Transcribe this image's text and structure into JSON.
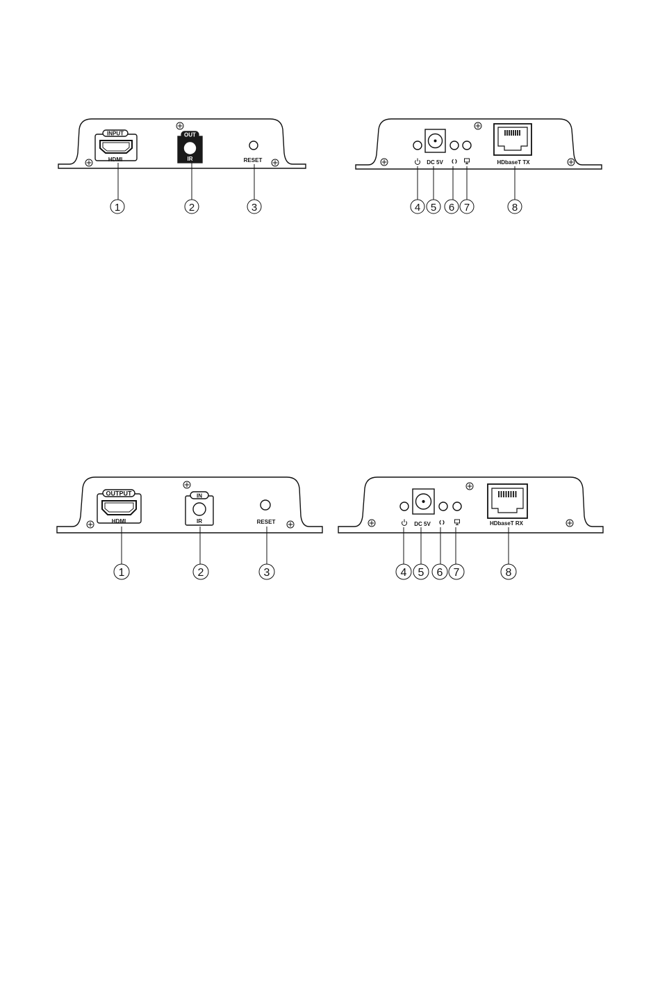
{
  "transmitter": {
    "front": {
      "hdmi_top": "INPUT",
      "hdmi_bottom": "HDMI",
      "ir_top": "OUT",
      "ir_bottom": "IR",
      "reset": "RESET",
      "callouts": [
        "1",
        "2",
        "3"
      ]
    },
    "rear": {
      "power_icon": "power-icon",
      "dc": "DC 5V",
      "link_icon": "link-icon",
      "display_icon": "display-icon",
      "port": "HDbaseT TX",
      "callouts": [
        "4",
        "5",
        "6",
        "7",
        "8"
      ]
    }
  },
  "receiver": {
    "front": {
      "hdmi_top": "OUTPUT",
      "hdmi_bottom": "HDMI",
      "ir_top": "IN",
      "ir_bottom": "IR",
      "reset": "RESET",
      "callouts": [
        "1",
        "2",
        "3"
      ]
    },
    "rear": {
      "power_icon": "power-icon",
      "dc": "DC 5V",
      "link_icon": "link-icon",
      "display_icon": "display-icon",
      "port": "HDbaseT RX",
      "callouts": [
        "4",
        "5",
        "6",
        "7",
        "8"
      ]
    }
  }
}
